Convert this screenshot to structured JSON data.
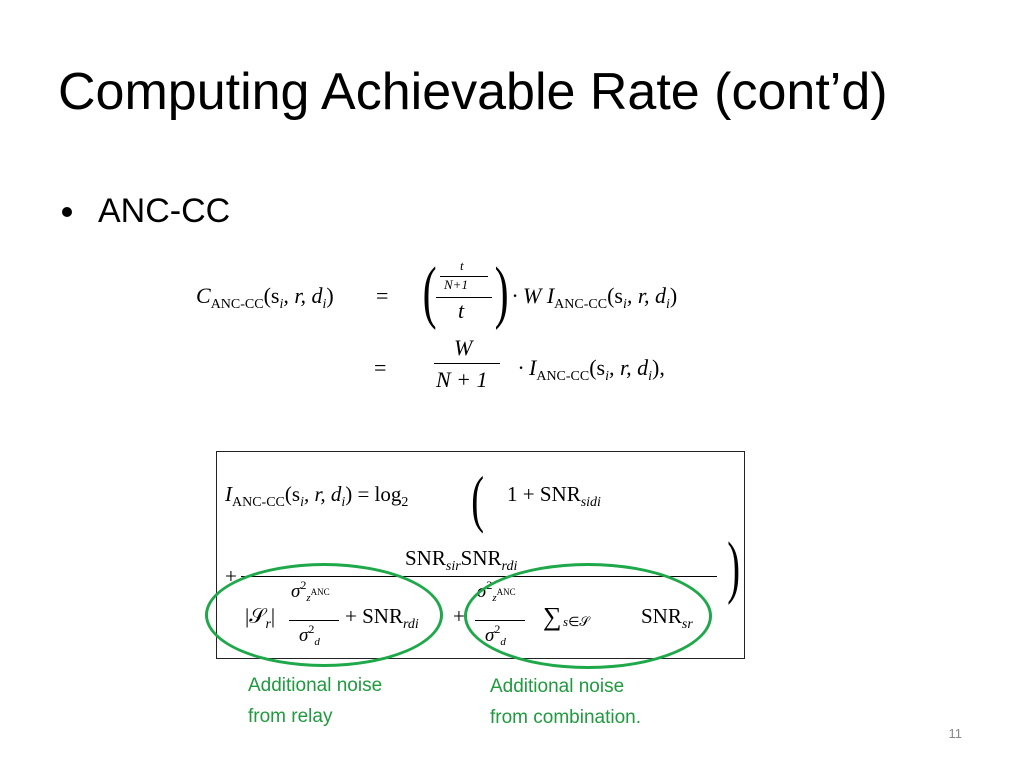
{
  "slide": {
    "title": "Computing Achievable Rate (cont’d)",
    "bullet": "ANC-CC",
    "page_number": "11"
  },
  "equation1": {
    "lhs_sym": "C",
    "lhs_sub": "ANC-CC",
    "lhs_args": "(s",
    "args_i": "i",
    "args_rest": ", r, d",
    "args_close": ")",
    "equals": "=",
    "inner_num": "t",
    "inner_den": "N+1",
    "outer_den": "t",
    "rhs_rest": "· W I",
    "rhs_sub": "ANC-CC",
    "rhs_args": "(s",
    "rhs_args_rest": ", r, d",
    "rhs_close": ")",
    "line2_equals": "=",
    "line2_num": "W",
    "line2_den": "N + 1",
    "line2_rest": "· I",
    "line2_sub": "ANC-CC",
    "line2_args": "(s",
    "line2_args_rest": ", r, d",
    "line2_close": "),"
  },
  "equation2": {
    "lhs": "I",
    "lhs_sub": "ANC-CC",
    "lhs_args": "(s",
    "lhs_args_rest": ", r, d",
    "lhs_close": ") = log",
    "log_base": "2",
    "one_plus": "1 + SNR",
    "snr_sub": "s",
    "plus": "+",
    "num_snr1": "SNR",
    "num_snr1_sub": "s",
    "num_snr1_sub2": "r",
    "num_snr2": "SNR",
    "num_snr2_sub": "rd",
    "den_abs": "|𝒮",
    "den_abs_sub": "r",
    "den_abs_close": "|",
    "sigma": "σ",
    "sq": "2",
    "z_sub": "z",
    "anc": "ANC",
    "d_sub": "d",
    "plus_snr": "+ SNR",
    "snr_rd_sub": "rd",
    "plus2": "+",
    "sum": "∑",
    "sum_sub": "s",
    "sum_sub_rest": "∈𝒮",
    "snr_last": "SNR",
    "snr_last_sub": "s",
    "snr_last_sub2": "r"
  },
  "annotations": {
    "relay_note_line1": "Additional noise",
    "relay_note_line2": "from relay",
    "combination_note_line1": "Additional noise",
    "combination_note_line2": "from combination."
  },
  "colors": {
    "annotation_green": "#1fa84a",
    "text_green": "#1f9a3e"
  }
}
